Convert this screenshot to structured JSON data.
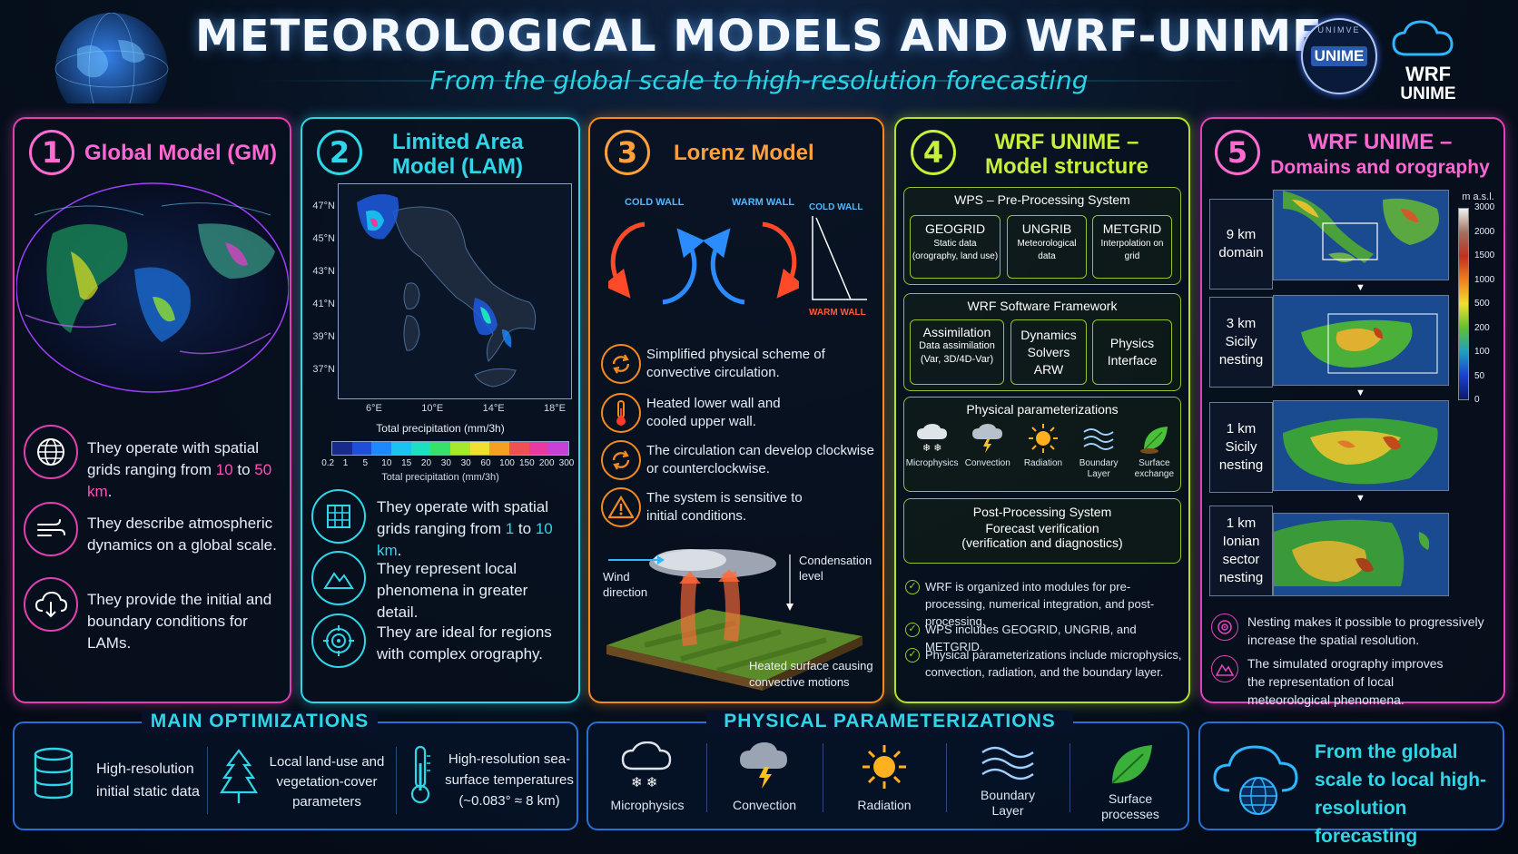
{
  "header": {
    "title": "METEOROLOGICAL MODELS AND WRF-UNIME",
    "subtitle": "From the global scale to high-resolution forecasting",
    "logo_text": "UNIME",
    "logo_ring_text": "UNIMVE",
    "wrf_logo_line1": "WRF",
    "wrf_logo_line2": "UNIME"
  },
  "colors": {
    "magenta": "#e040b0",
    "cyan": "#2fd6e8",
    "orange": "#f58a1e",
    "lime": "#b6e02a",
    "pink": "#e043b8",
    "red": "#ff3a2a",
    "blue": "#2a8cff"
  },
  "gm": {
    "num": "1",
    "title": "Global Model (GM)",
    "items": [
      {
        "icon": "globe-icon",
        "pre": "They operate with spatial grids ranging from ",
        "a": "10",
        "mid": " to ",
        "b": "50 km",
        "post": "."
      },
      {
        "icon": "wind-icon",
        "text": "They describe atmospheric dynamics on a global scale."
      },
      {
        "icon": "cloud-download-icon",
        "text": "They provide the initial and boundary conditions for LAMs."
      }
    ]
  },
  "lam": {
    "num": "2",
    "title_line1": "Limited Area",
    "title_line2": "Model (LAM)",
    "lat_ticks": [
      "47°N",
      "45°N",
      "43°N",
      "41°N",
      "39°N",
      "37°N"
    ],
    "lon_ticks": [
      "6°E",
      "10°E",
      "14°E",
      "18°E"
    ],
    "map_label": "Total precipitation (mm/3h)",
    "scale_ticks": [
      "0.2",
      "1",
      "5",
      "10",
      "15",
      "20",
      "30",
      "30",
      "60",
      "100",
      "150",
      "200",
      "300"
    ],
    "scale_colors": [
      "#1a2a8a",
      "#1f4ed8",
      "#1e88ff",
      "#19c4f0",
      "#1ee0c0",
      "#37e06a",
      "#a6e82a",
      "#f0e030",
      "#f5a020",
      "#f05050",
      "#e83aa0",
      "#c840d8"
    ],
    "scale_label": "Total precipitation (mm/3h)",
    "items": [
      {
        "icon": "grid-icon",
        "pre": "They operate with spatial grids ranging from ",
        "a": "1",
        "mid": " to ",
        "b": "10 km",
        "post": "."
      },
      {
        "icon": "mountain-icon",
        "text": "They represent local phenomena in greater detail."
      },
      {
        "icon": "target-icon",
        "text": "They are ideal for regions with complex orography."
      }
    ]
  },
  "lorenz": {
    "num": "3",
    "title": "Lorenz Model",
    "cold_wall": "COLD WALL",
    "warm_wall": "WARM WALL",
    "chart_cold": "COLD WALL",
    "chart_warm": "WARM WALL",
    "items": [
      {
        "icon": "cycle-icon",
        "text": "Simplified physical scheme of convective circulation."
      },
      {
        "icon": "thermometer-icon",
        "text": "Heated lower wall and cooled upper wall."
      },
      {
        "icon": "cycle-icon",
        "text": "The circulation can develop clockwise or counterclockwise."
      },
      {
        "icon": "warning-icon",
        "text": "The system is sensitive to initial conditions."
      }
    ],
    "wind": "Wind direction",
    "condensation": "Condensation level",
    "surface": "Heated surface causing convective motions"
  },
  "wrf": {
    "num": "4",
    "title_line1": "WRF UNIME –",
    "title_line2": "Model structure",
    "wps_title": "WPS – Pre-Processing System",
    "wps": [
      {
        "name": "GEOGRID",
        "desc": "Static data (orography, land use)"
      },
      {
        "name": "UNGRIB",
        "desc": "Meteorological data"
      },
      {
        "name": "METGRID",
        "desc": "Interpolation on grid"
      }
    ],
    "fw_title": "WRF Software Framework",
    "fw": [
      {
        "name": "Assimilation",
        "desc": "Data assimilation (Var, 3D/4D-Var)"
      },
      {
        "name": "Dynamics Solvers ARW",
        "desc": ""
      },
      {
        "name": "Physics Interface",
        "desc": ""
      }
    ],
    "pp_title": "Physical parameterizations",
    "pp": [
      {
        "icon": "snow-cloud-icon",
        "label": "Microphysics"
      },
      {
        "icon": "storm-cloud-icon",
        "label": "Convection"
      },
      {
        "icon": "sun-icon",
        "label": "Radiation"
      },
      {
        "icon": "waves-icon",
        "label": "Boundary Layer"
      },
      {
        "icon": "leaf-icon",
        "label": "Surface exchange"
      }
    ],
    "post_title": "Post-Processing System",
    "post_line1": "Forecast verification",
    "post_line2": "(verification and diagnostics)",
    "checks": [
      "WRF is organized into modules for pre-processing, numerical integration, and post-processing.",
      "WPS includes GEOGRID, UNGRIB, and METGRID.",
      "Physical parameterizations include microphysics, convection, radiation, and the boundary layer."
    ]
  },
  "domains": {
    "num": "5",
    "title_line1": "WRF UNIME –",
    "title_line2": "Domains and orography",
    "rows": [
      {
        "label": "9 km domain"
      },
      {
        "label": "3 km Sicily nesting"
      },
      {
        "label": "1 km Sicily nesting"
      },
      {
        "label": "1 km Ionian sector nesting"
      }
    ],
    "unit": "m a.s.l.",
    "legend_ticks": [
      "3000",
      "2000",
      "1500",
      "1000",
      "500",
      "200",
      "100",
      "50",
      "0"
    ],
    "items": [
      {
        "icon": "target-icon",
        "text": "Nesting makes it possible to progressively increase the spatial resolution."
      },
      {
        "icon": "mountain-icon",
        "text": "The simulated orography improves the representation of local meteorological phenomena."
      }
    ]
  },
  "optim": {
    "title": "MAIN OPTIMIZATIONS",
    "items": [
      {
        "icon": "database-icon",
        "text": "High-resolution initial static data"
      },
      {
        "icon": "tree-icon",
        "text": "Local land-use and vegetation-cover parameters"
      },
      {
        "icon": "thermometer-icon",
        "text": "High-resolution sea-surface temperatures (~0.083° ≈ 8 km)"
      }
    ]
  },
  "phys": {
    "title": "PHYSICAL PARAMETERIZATIONS",
    "items": [
      {
        "icon": "snow-cloud-icon",
        "label": "Microphysics"
      },
      {
        "icon": "storm-cloud-icon",
        "label": "Convection"
      },
      {
        "icon": "sun-icon",
        "label": "Radiation"
      },
      {
        "icon": "waves-icon",
        "label": "Boundary Layer"
      },
      {
        "icon": "leaf-icon",
        "label": "Surface processes"
      }
    ]
  },
  "closing": {
    "text": "From the global scale to local high-resolution forecasting"
  }
}
